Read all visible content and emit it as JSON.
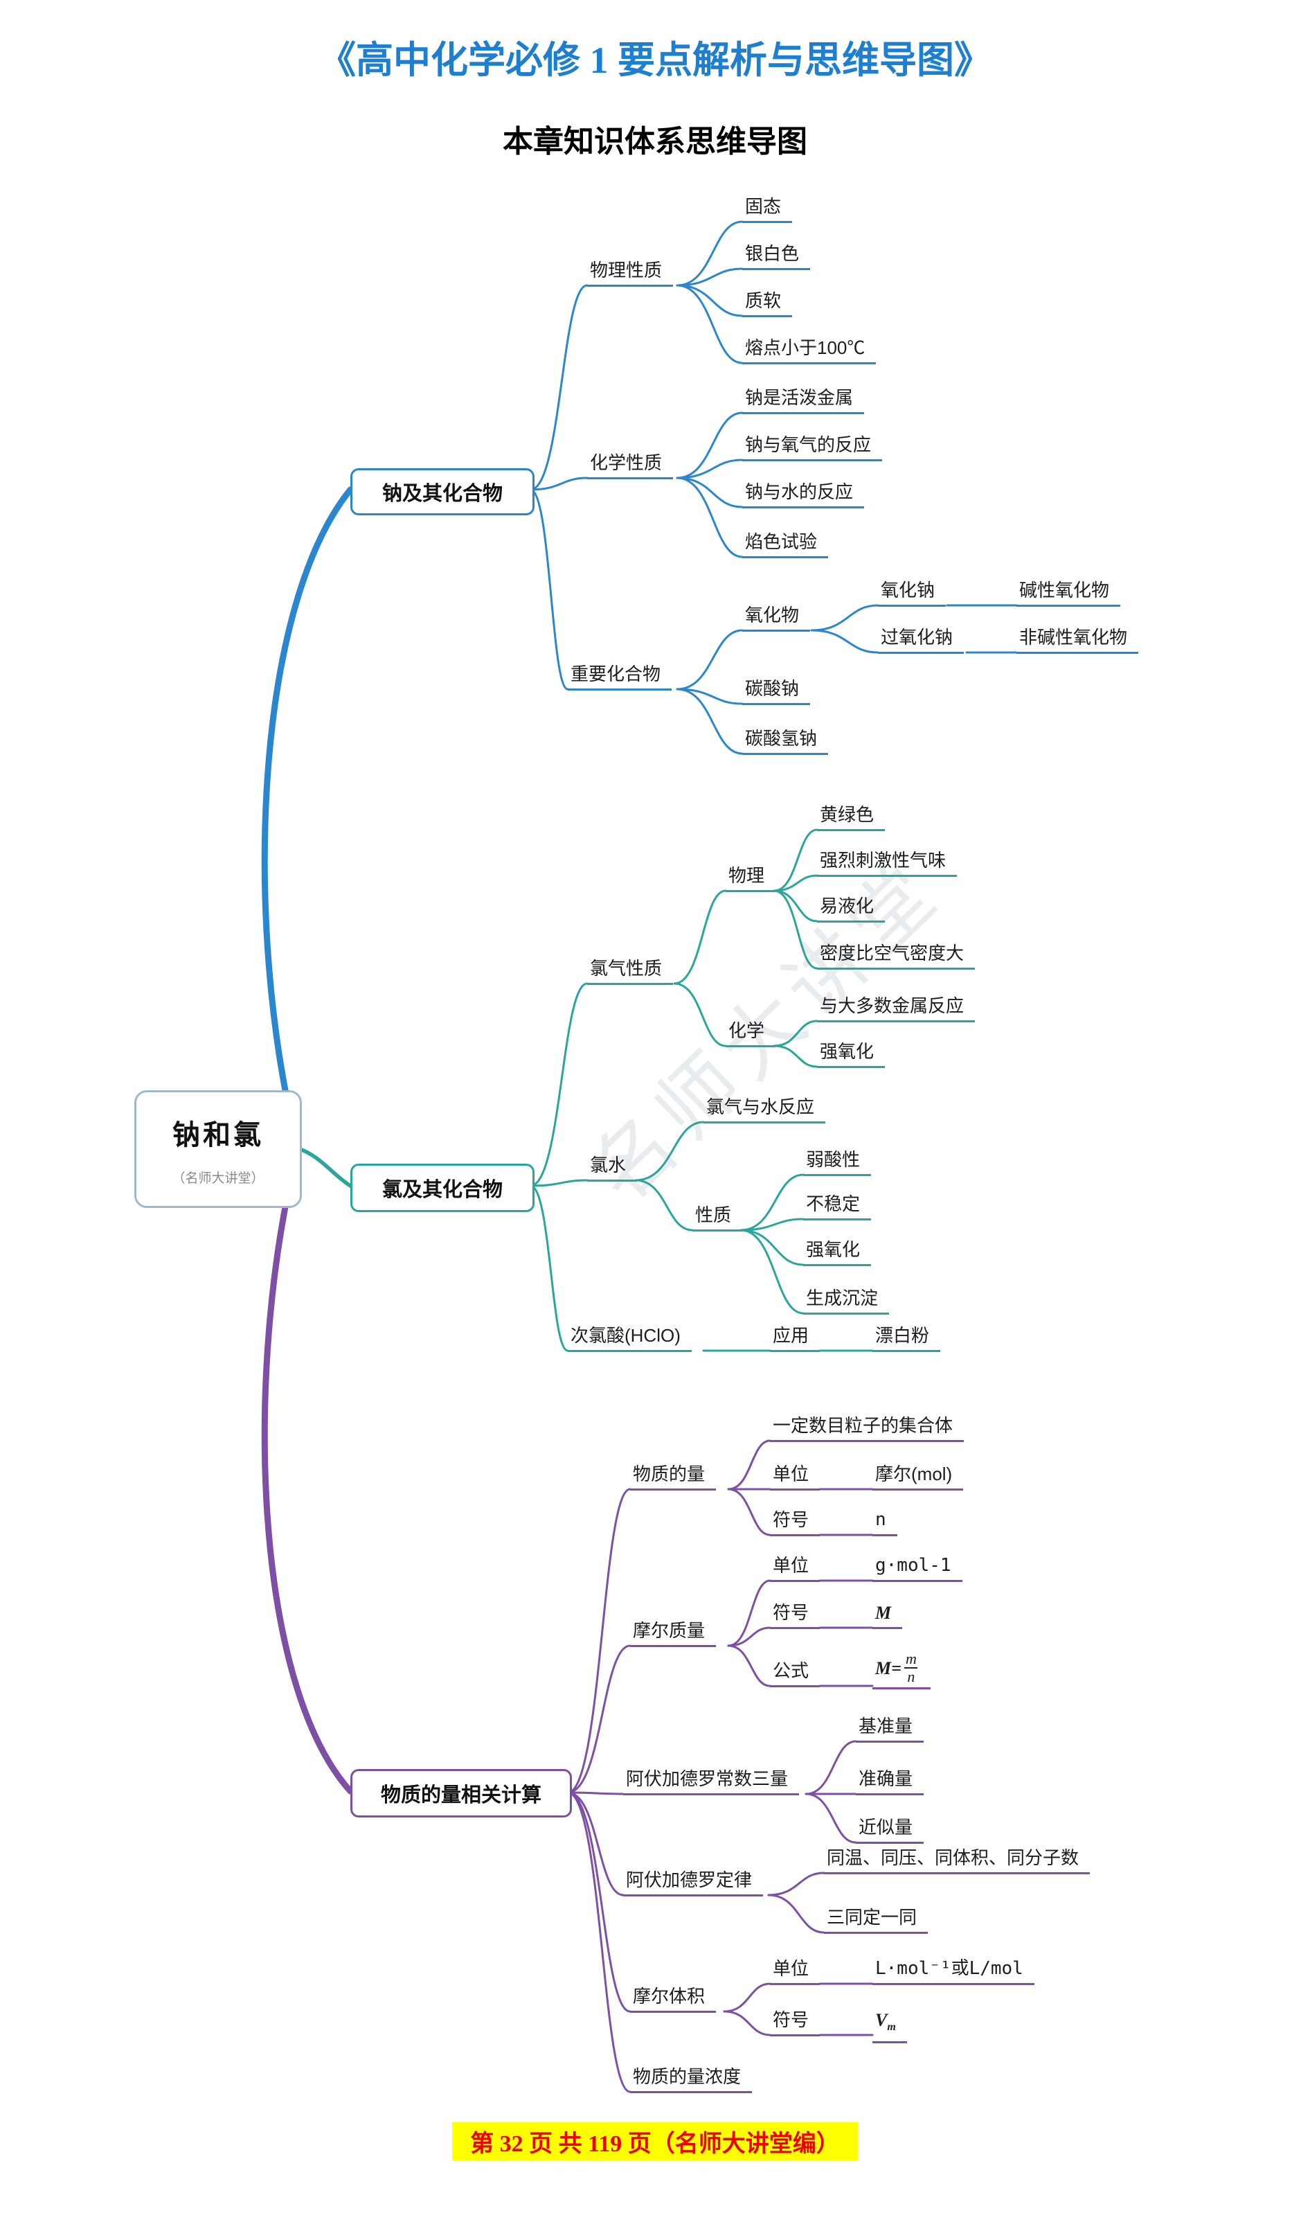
{
  "page": {
    "title": "《高中化学必修 1 要点解析与思维导图》",
    "subtitle": "本章知识体系思维导图",
    "footer": "第 32 页 共 119 页（名师大讲堂编）",
    "watermark": "名师大讲堂"
  },
  "root": {
    "label": "钠和氯",
    "sublabel": "（名师大讲堂）"
  },
  "branches": {
    "sodium": {
      "label": "钠及其化合物",
      "physical": {
        "label": "物理性质",
        "items": [
          "固态",
          "银白色",
          "质软",
          "熔点小于100℃"
        ]
      },
      "chemical": {
        "label": "化学性质",
        "items": [
          "钠是活泼金属",
          "钠与氧气的反应",
          "钠与水的反应",
          "焰色试验"
        ]
      },
      "compounds": {
        "label": "重要化合物",
        "oxide": {
          "label": "氧化物",
          "rows": [
            {
              "name": "氧化钠",
              "type": "碱性氧化物"
            },
            {
              "name": "过氧化钠",
              "type": "非碱性氧化物"
            }
          ]
        },
        "items": [
          "碳酸钠",
          "碳酸氢钠"
        ]
      }
    },
    "chlorine": {
      "label": "氯及其化合物",
      "gas": {
        "label": "氯气性质",
        "physical": {
          "label": "物理",
          "items": [
            "黄绿色",
            "强烈刺激性气味",
            "易液化",
            "密度比空气密度大"
          ]
        },
        "chemical": {
          "label": "化学",
          "items": [
            "与大多数金属反应",
            "强氧化"
          ]
        }
      },
      "water": {
        "label": "氯水",
        "reaction": "氯气与水反应",
        "properties": {
          "label": "性质",
          "items": [
            "弱酸性",
            "不稳定",
            "强氧化",
            "生成沉淀"
          ]
        }
      },
      "hclo": {
        "label": "次氯酸(HClO)",
        "application_label": "应用",
        "application_value": "漂白粉"
      }
    },
    "mole": {
      "label": "物质的量相关计算",
      "amount": {
        "label": "物质的量",
        "definition": "一定数目粒子的集合体",
        "unit_label": "单位",
        "unit_value": "摩尔(mol)",
        "symbol_label": "符号",
        "symbol_value": "n"
      },
      "molar_mass": {
        "label": "摩尔质量",
        "unit_label": "单位",
        "unit_value": "g·mol-1",
        "symbol_label": "符号",
        "symbol_value": "M",
        "formula_label": "公式",
        "formula_prefix": "M=",
        "formula_num": "m",
        "formula_den": "n"
      },
      "avogadro_three": {
        "label": "阿伏加德罗常数三量",
        "items": [
          "基准量",
          "准确量",
          "近似量"
        ]
      },
      "avogadro_law": {
        "label": "阿伏加德罗定律",
        "items": [
          "同温、同压、同体积、同分子数",
          "三同定一同"
        ]
      },
      "molar_volume": {
        "label": "摩尔体积",
        "unit_label": "单位",
        "unit_value": "L·mol⁻¹或L/mol",
        "symbol_label": "符号",
        "symbol_v": "V",
        "symbol_sub": "m"
      },
      "concentration": {
        "label": "物质的量浓度"
      }
    }
  }
}
